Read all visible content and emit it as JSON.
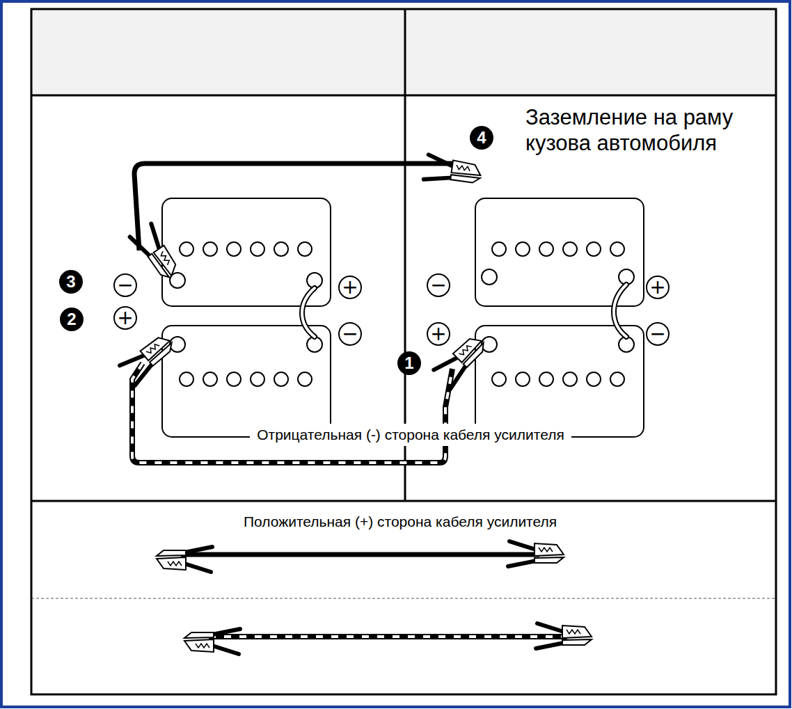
{
  "diagram": {
    "labels": [
      "4",
      "Заземление на раму кузова автомобиля",
      "3",
      "−",
      "+",
      "−",
      "+",
      "2",
      "+",
      "−",
      "+",
      "1",
      "−",
      "Отрицательная (-) сторона кабеля усилителя",
      "Положительная (+) сторона кабеля усилителя"
    ]
  }
}
